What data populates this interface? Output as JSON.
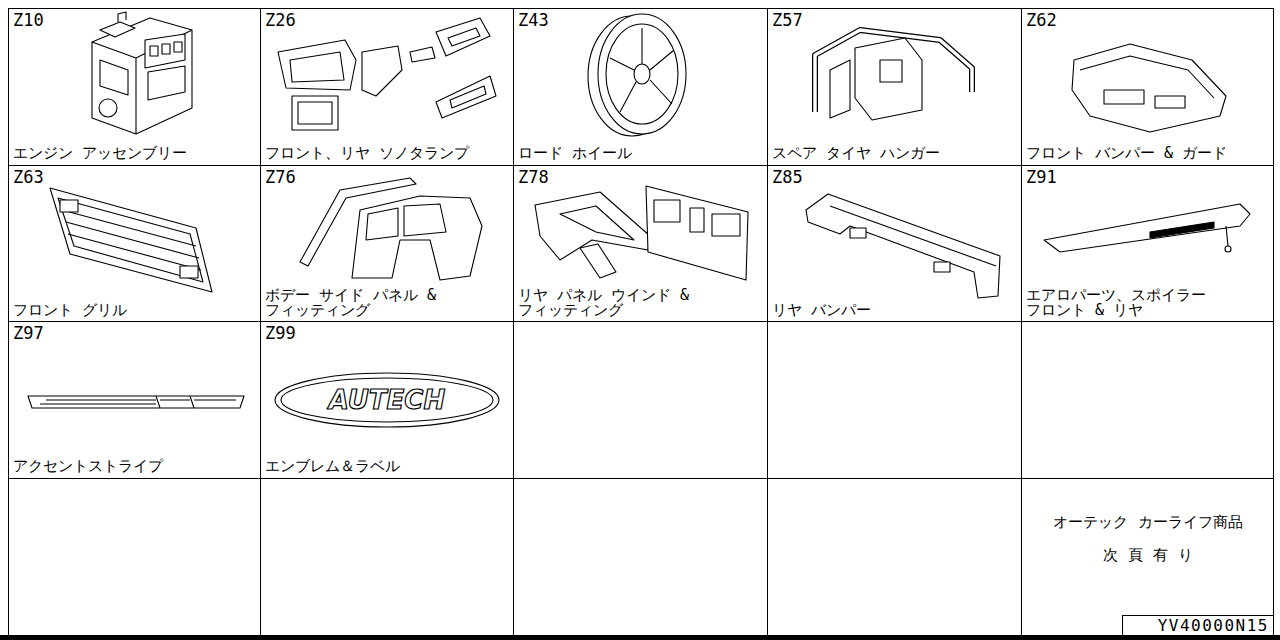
{
  "diagram": {
    "nodes": [
      {
        "text": [
          "Z10",
          "エンジン アッセンブリー"
        ]
      },
      {
        "text": [
          "Z26",
          "フロント、リヤ ソノタランプ"
        ]
      },
      {
        "text": [
          "Z43",
          "ロード ホイール"
        ]
      },
      {
        "text": [
          "Z57",
          "スペア タイヤ ハンガー"
        ]
      },
      {
        "text": [
          "Z62",
          "フロント バンパー & ガード"
        ]
      },
      {
        "text": [
          "Z63",
          "フロント グリル"
        ]
      },
      {
        "text": [
          "Z76",
          "ボデー サイド パネル & フィッティング"
        ]
      },
      {
        "text": [
          "Z78",
          "リヤ パネル ウインド & フィッティング"
        ]
      },
      {
        "text": [
          "Z85",
          "リヤ バンパー"
        ]
      },
      {
        "text": [
          "Z91",
          "エアロパーツ、スポイラー フロント & リヤ"
        ]
      },
      {
        "text": [
          "Z97",
          "アクセントストライプ"
        ]
      },
      {
        "text": [
          "Z99",
          "エンブレム＆ラベル"
        ]
      },
      {
        "text": [
          "オーテック カーライフ商品",
          "次頁有り"
        ]
      },
      {
        "text": [
          "YV40000N15"
        ]
      }
    ],
    "labels": [
      "AUTECH"
    ]
  }
}
